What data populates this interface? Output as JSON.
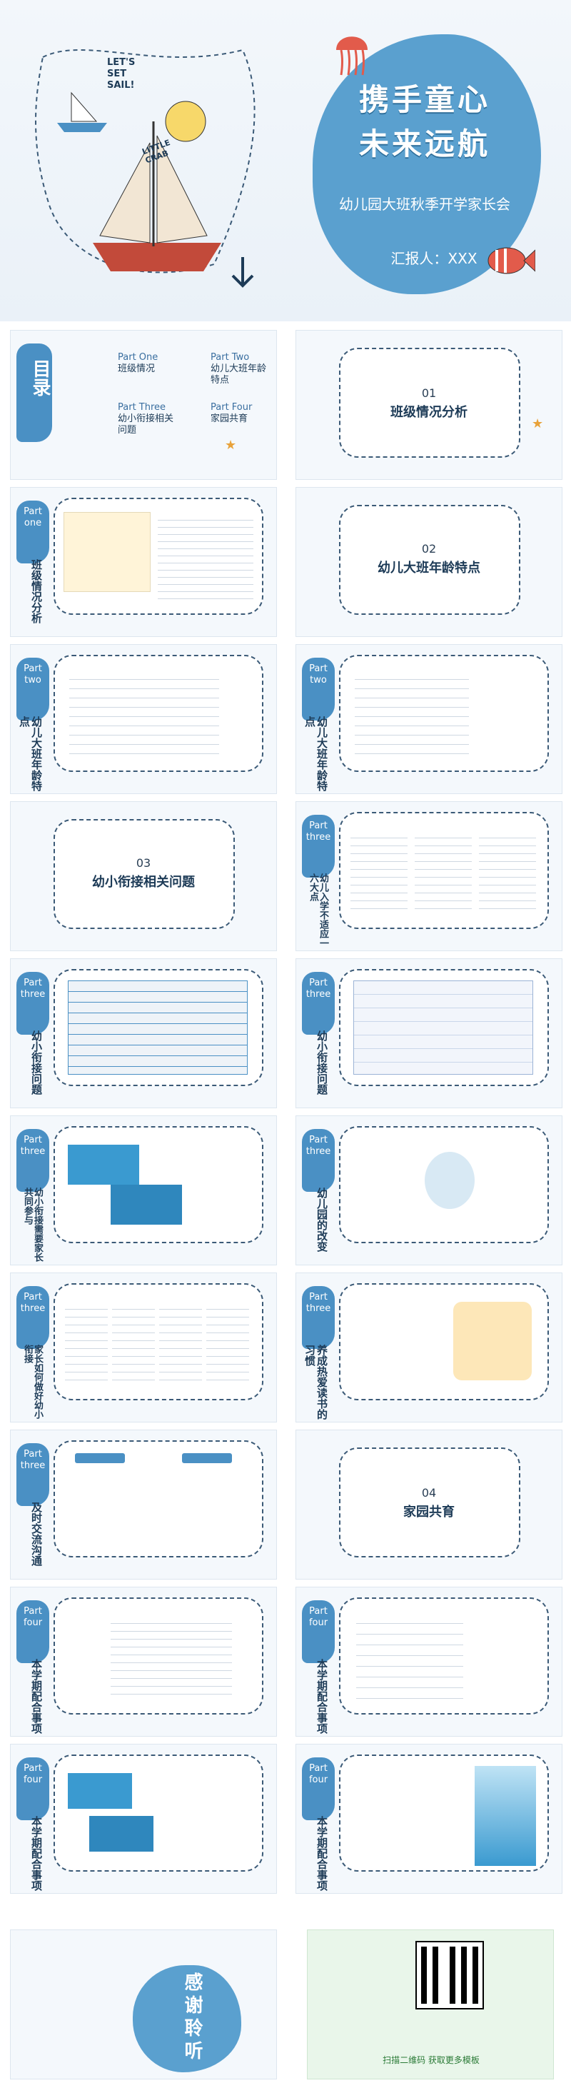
{
  "hero": {
    "title_line1": "携手童心",
    "title_line2": "未来远航",
    "subtitle": "幼儿园大班秋季开学家长会",
    "reporter": "汇报人：XXX",
    "sticker_text": "LET'S SET SAIL!",
    "crab_text": "LITTLE CRAB"
  },
  "toc": {
    "title": "目录",
    "items": [
      {
        "en": "Part One",
        "cn": "班级情况"
      },
      {
        "en": "Part Two",
        "cn": "幼儿大班年龄特点"
      },
      {
        "en": "Part Three",
        "cn": "幼小衔接相关问题"
      },
      {
        "en": "Part Four",
        "cn": "家园共育"
      }
    ]
  },
  "sections": [
    {
      "num": "01",
      "title": "班级情况分析"
    },
    {
      "num": "02",
      "title": "幼儿大班年龄特点"
    },
    {
      "num": "03",
      "title": "幼小衔接相关问题"
    },
    {
      "num": "04",
      "title": "家园共育"
    }
  ],
  "slides": [
    {
      "tab": "Part one",
      "title": "班级情况分析"
    },
    {
      "tab": "Part two",
      "title": "幼儿大班年龄特点"
    },
    {
      "tab": "Part two",
      "title": "幼儿大班年龄特点"
    },
    {
      "tab": "Part three",
      "title": "幼儿入学不适应一六大点"
    },
    {
      "tab": "Part three",
      "title": "幼小衔接问题"
    },
    {
      "tab": "Part three",
      "title": "幼小衔接问题"
    },
    {
      "tab": "Part three",
      "title": "幼小衔接需要家长共同参与"
    },
    {
      "tab": "Part three",
      "title": "幼儿园的改变"
    },
    {
      "tab": "Part three",
      "title": "家长如何做好幼小衔接"
    },
    {
      "tab": "Part three",
      "title": "养成热爱读书的习惯"
    },
    {
      "tab": "Part three",
      "title": "及时交流沟通"
    },
    {
      "tab": "Part four",
      "title": "本学期配合事项"
    },
    {
      "tab": "Part four",
      "title": "本学期配合事项"
    },
    {
      "tab": "Part four",
      "title": "本学期配合事项"
    },
    {
      "tab": "Part four",
      "title": "本学期配合事项"
    }
  ],
  "thanks": "感谢聆听",
  "qr_caption": "扫描二维码 获取更多模板"
}
